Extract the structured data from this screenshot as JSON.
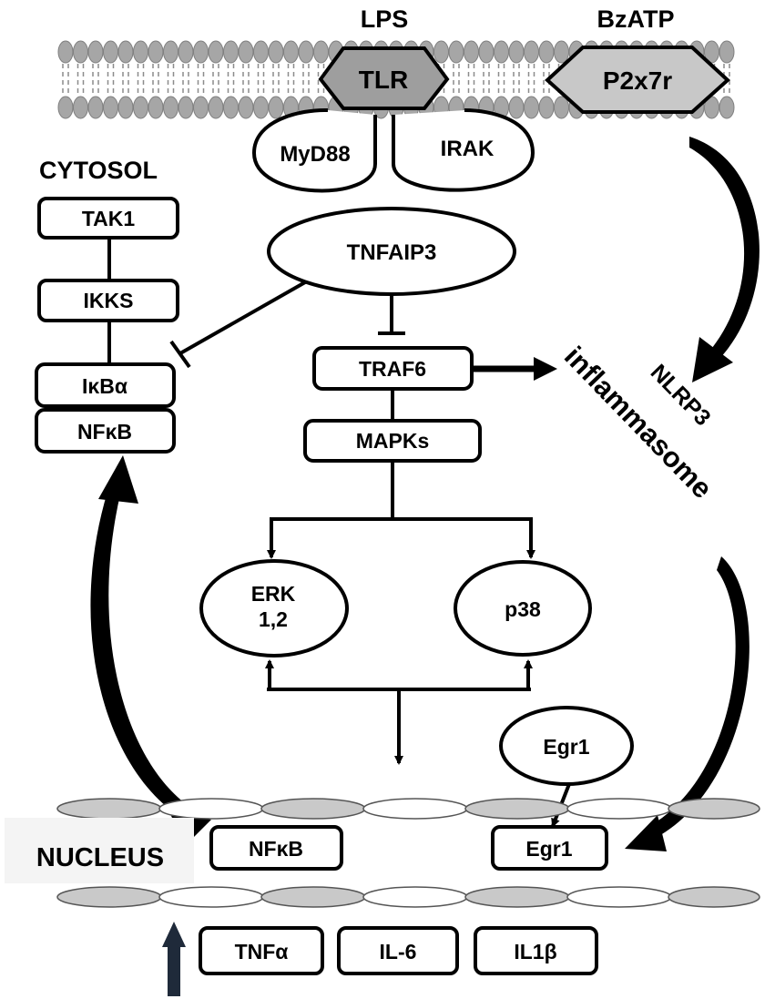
{
  "ligands": {
    "lps": "LPS",
    "bzatp": "BzATP"
  },
  "receptors": {
    "tlr": "TLR",
    "p2x7r": "P2x7r"
  },
  "adaptors": {
    "myd88": "MyD88",
    "irak": "IRAK"
  },
  "compartments": {
    "cytosol": "CYTOSOL",
    "nucleus": "NUCLEUS"
  },
  "cytosol_nodes": {
    "tak1": "TAK1",
    "ikks": "IKKS",
    "ikba": "IκBα",
    "nfkb": "NFκB",
    "tnfaip3": "TNFAIP3",
    "traf6": "TRAF6",
    "mapks": "MAPKs",
    "erk_line1": "ERK",
    "erk_line2": "1,2",
    "p38": "p38",
    "egr1": "Egr1"
  },
  "inflammasome": {
    "line1": "NLRP3",
    "line2": "inflammasome"
  },
  "nuclear_nodes": {
    "nfkb": "NFκB",
    "egr1": "Egr1"
  },
  "cytokines": [
    "TNFα",
    "IL-6",
    "IL1β"
  ],
  "colors": {
    "receptor_fill": "#9e9e9e",
    "p2x7r_fill": "#c8c8c8",
    "membrane": "#a6a6a6",
    "up_arrow": "#1f2a3a"
  }
}
